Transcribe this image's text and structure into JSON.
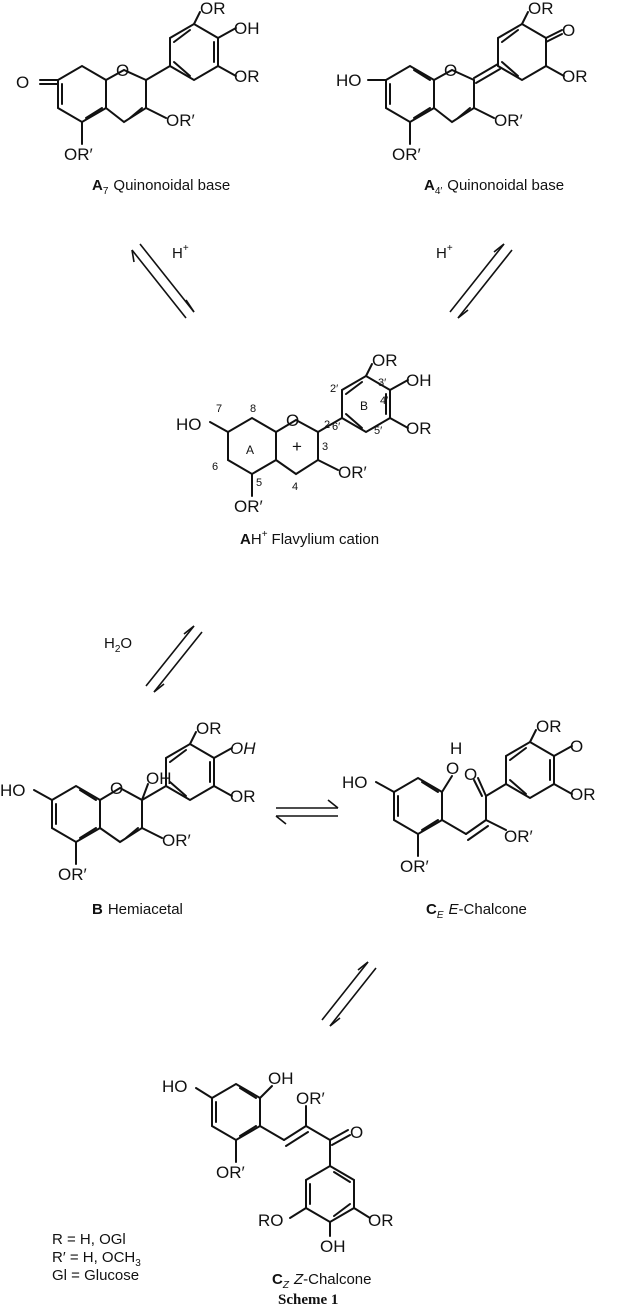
{
  "compounds": {
    "a7": {
      "letter": "A",
      "sub": "7",
      "label": "Quinonoidal base"
    },
    "a4": {
      "letter": "A",
      "sub": "4′",
      "label": "Quinonoidal base"
    },
    "ah": {
      "letter": "A",
      "rest": "H",
      "sup": "+",
      "label": "Flavylium cation"
    },
    "b": {
      "letter": "B",
      "label": "Hemiacetal"
    },
    "ce": {
      "letter": "C",
      "sub": "E",
      "italic": "E",
      "label": "-Chalcone"
    },
    "cz": {
      "letter": "C",
      "sub": "Z",
      "italic": "Z",
      "label": "-Chalcone"
    }
  },
  "atoms": {
    "OR": "OR",
    "OH": "OH",
    "RO": "RO",
    "HO": "HO",
    "O": "O",
    "H": "H",
    "ORp": "OR′",
    "plus": "+"
  },
  "ring_labels": {
    "A": "A",
    "B": "B"
  },
  "numbering": [
    "8",
    "7",
    "6",
    "5",
    "4",
    "3",
    "2",
    "2′",
    "3′",
    "4′",
    "5′",
    "6′"
  ],
  "reagents": {
    "h_plus_1": "H",
    "h_plus_2": "H",
    "plus": "+",
    "water": "H",
    "water_sub": "2",
    "water_o": "O"
  },
  "legend": {
    "r": "R = H, OGl",
    "r_prime_a": "R′ = H, OCH",
    "r_prime_sub": "3",
    "gl": "Gl = Glucose"
  },
  "footer": "Scheme 1"
}
